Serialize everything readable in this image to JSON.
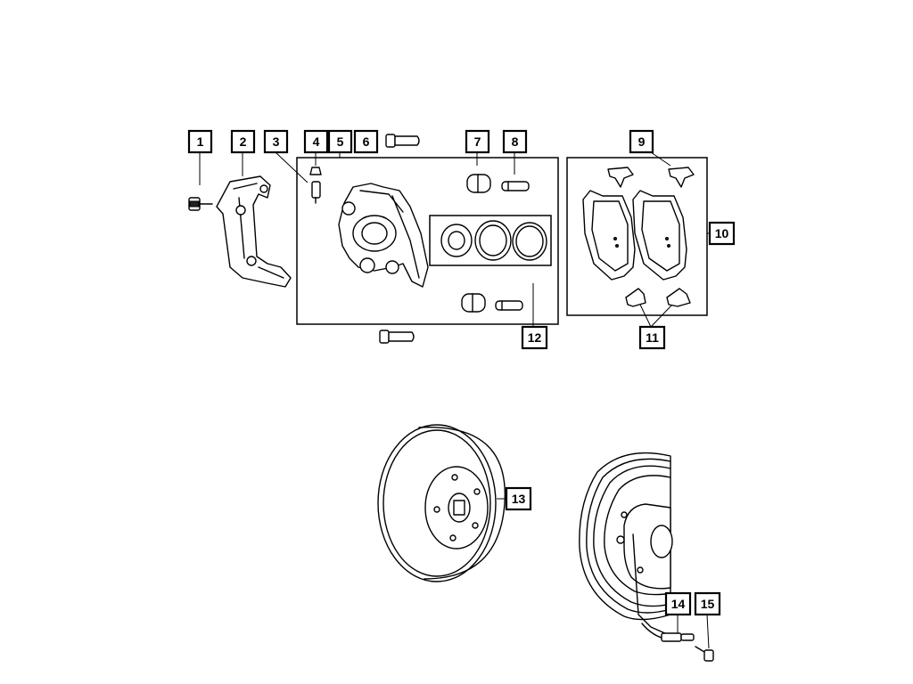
{
  "callouts": [
    "1",
    "2",
    "3",
    "4",
    "5",
    "6",
    "7",
    "8",
    "9",
    "10",
    "11",
    "12",
    "13",
    "14",
    "15"
  ],
  "colors": {
    "line": "#000000",
    "background": "#ffffff"
  }
}
